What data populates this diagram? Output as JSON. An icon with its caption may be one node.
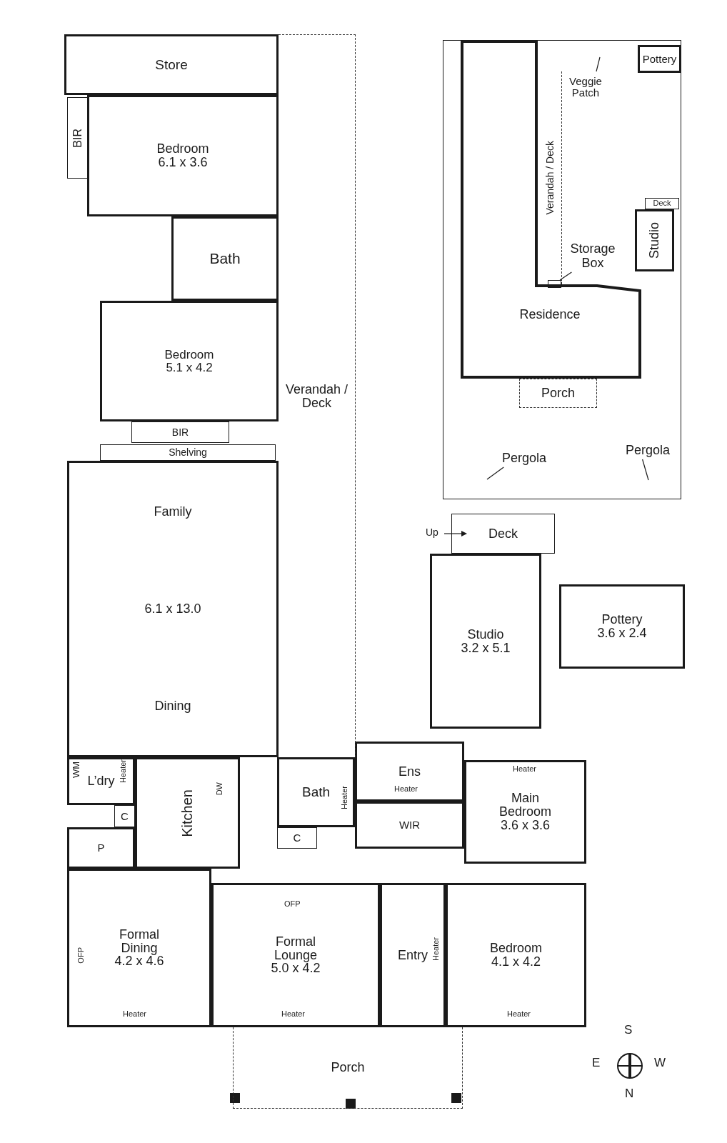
{
  "diagram": {
    "nodes": [
      {
        "text": [
          "Store"
        ]
      },
      {
        "text": [
          "Bedroom",
          "6.1 x 3.6"
        ]
      },
      {
        "text": [
          "BIR"
        ]
      },
      {
        "text": [
          "Bath"
        ]
      },
      {
        "text": [
          "Bedroom",
          "5.1 x 4.2"
        ]
      },
      {
        "text": [
          "BIR"
        ]
      },
      {
        "text": [
          "Shelving"
        ]
      },
      {
        "text": [
          "Family",
          "6.1 x 13.0",
          "Dining"
        ]
      },
      {
        "text": [
          "L’dry"
        ]
      },
      {
        "text": [
          "C"
        ]
      },
      {
        "text": [
          "P"
        ]
      },
      {
        "text": [
          "Kitchen"
        ]
      },
      {
        "text": [
          "Bath"
        ]
      },
      {
        "text": [
          "C"
        ]
      },
      {
        "text": [
          "Ens"
        ]
      },
      {
        "text": [
          "WIR"
        ]
      },
      {
        "text": [
          "Main Bedroom",
          "3.6 x 3.6"
        ]
      },
      {
        "text": [
          "Formal Dining",
          "4.2 x 4.6"
        ]
      },
      {
        "text": [
          "Formal Lounge",
          "5.0 x 4.2"
        ]
      },
      {
        "text": [
          "Entry"
        ]
      },
      {
        "text": [
          "Bedroom",
          "4.1 x 4.2"
        ]
      },
      {
        "text": [
          "Porch"
        ]
      },
      {
        "text": [
          "Verandah / Deck"
        ]
      },
      {
        "text": [
          "Residence"
        ]
      },
      {
        "text": [
          "Verandah / Deck"
        ]
      },
      {
        "text": [
          "Pottery"
        ]
      },
      {
        "text": [
          "Deck"
        ]
      },
      {
        "text": [
          "Studio"
        ]
      },
      {
        "text": [],
        "shape": "box"
      },
      {
        "text": [
          "Porch"
        ]
      },
      {
        "text": [
          "Deck"
        ]
      },
      {
        "text": [
          "Studio",
          "3.2 x 5.1"
        ]
      },
      {
        "text": [
          "Pottery",
          "3.6 x 2.4"
        ]
      },
      {
        "text": [
          "Veggie Patch"
        ]
      },
      {
        "text": [
          "Storage Box"
        ]
      },
      {
        "text": [
          "Pergola"
        ]
      },
      {
        "text": [
          "Pergola"
        ]
      }
    ],
    "edges": [
      {
        "from": 33,
        "to": null,
        "arrow": "none"
      },
      {
        "from": 34,
        "to": 28,
        "arrow": "none"
      },
      {
        "from": 35,
        "to": null,
        "arrow": "none"
      },
      {
        "from": 36,
        "to": null,
        "arrow": "none"
      }
    ],
    "labels": [
      "Up",
      "Heater",
      "WM",
      "DW",
      "Heater",
      "Heater",
      "Heater",
      "OFP",
      "OFP",
      "Heater",
      "Heater",
      "Heater",
      "Heater",
      "S",
      "E",
      "W",
      "N"
    ]
  }
}
